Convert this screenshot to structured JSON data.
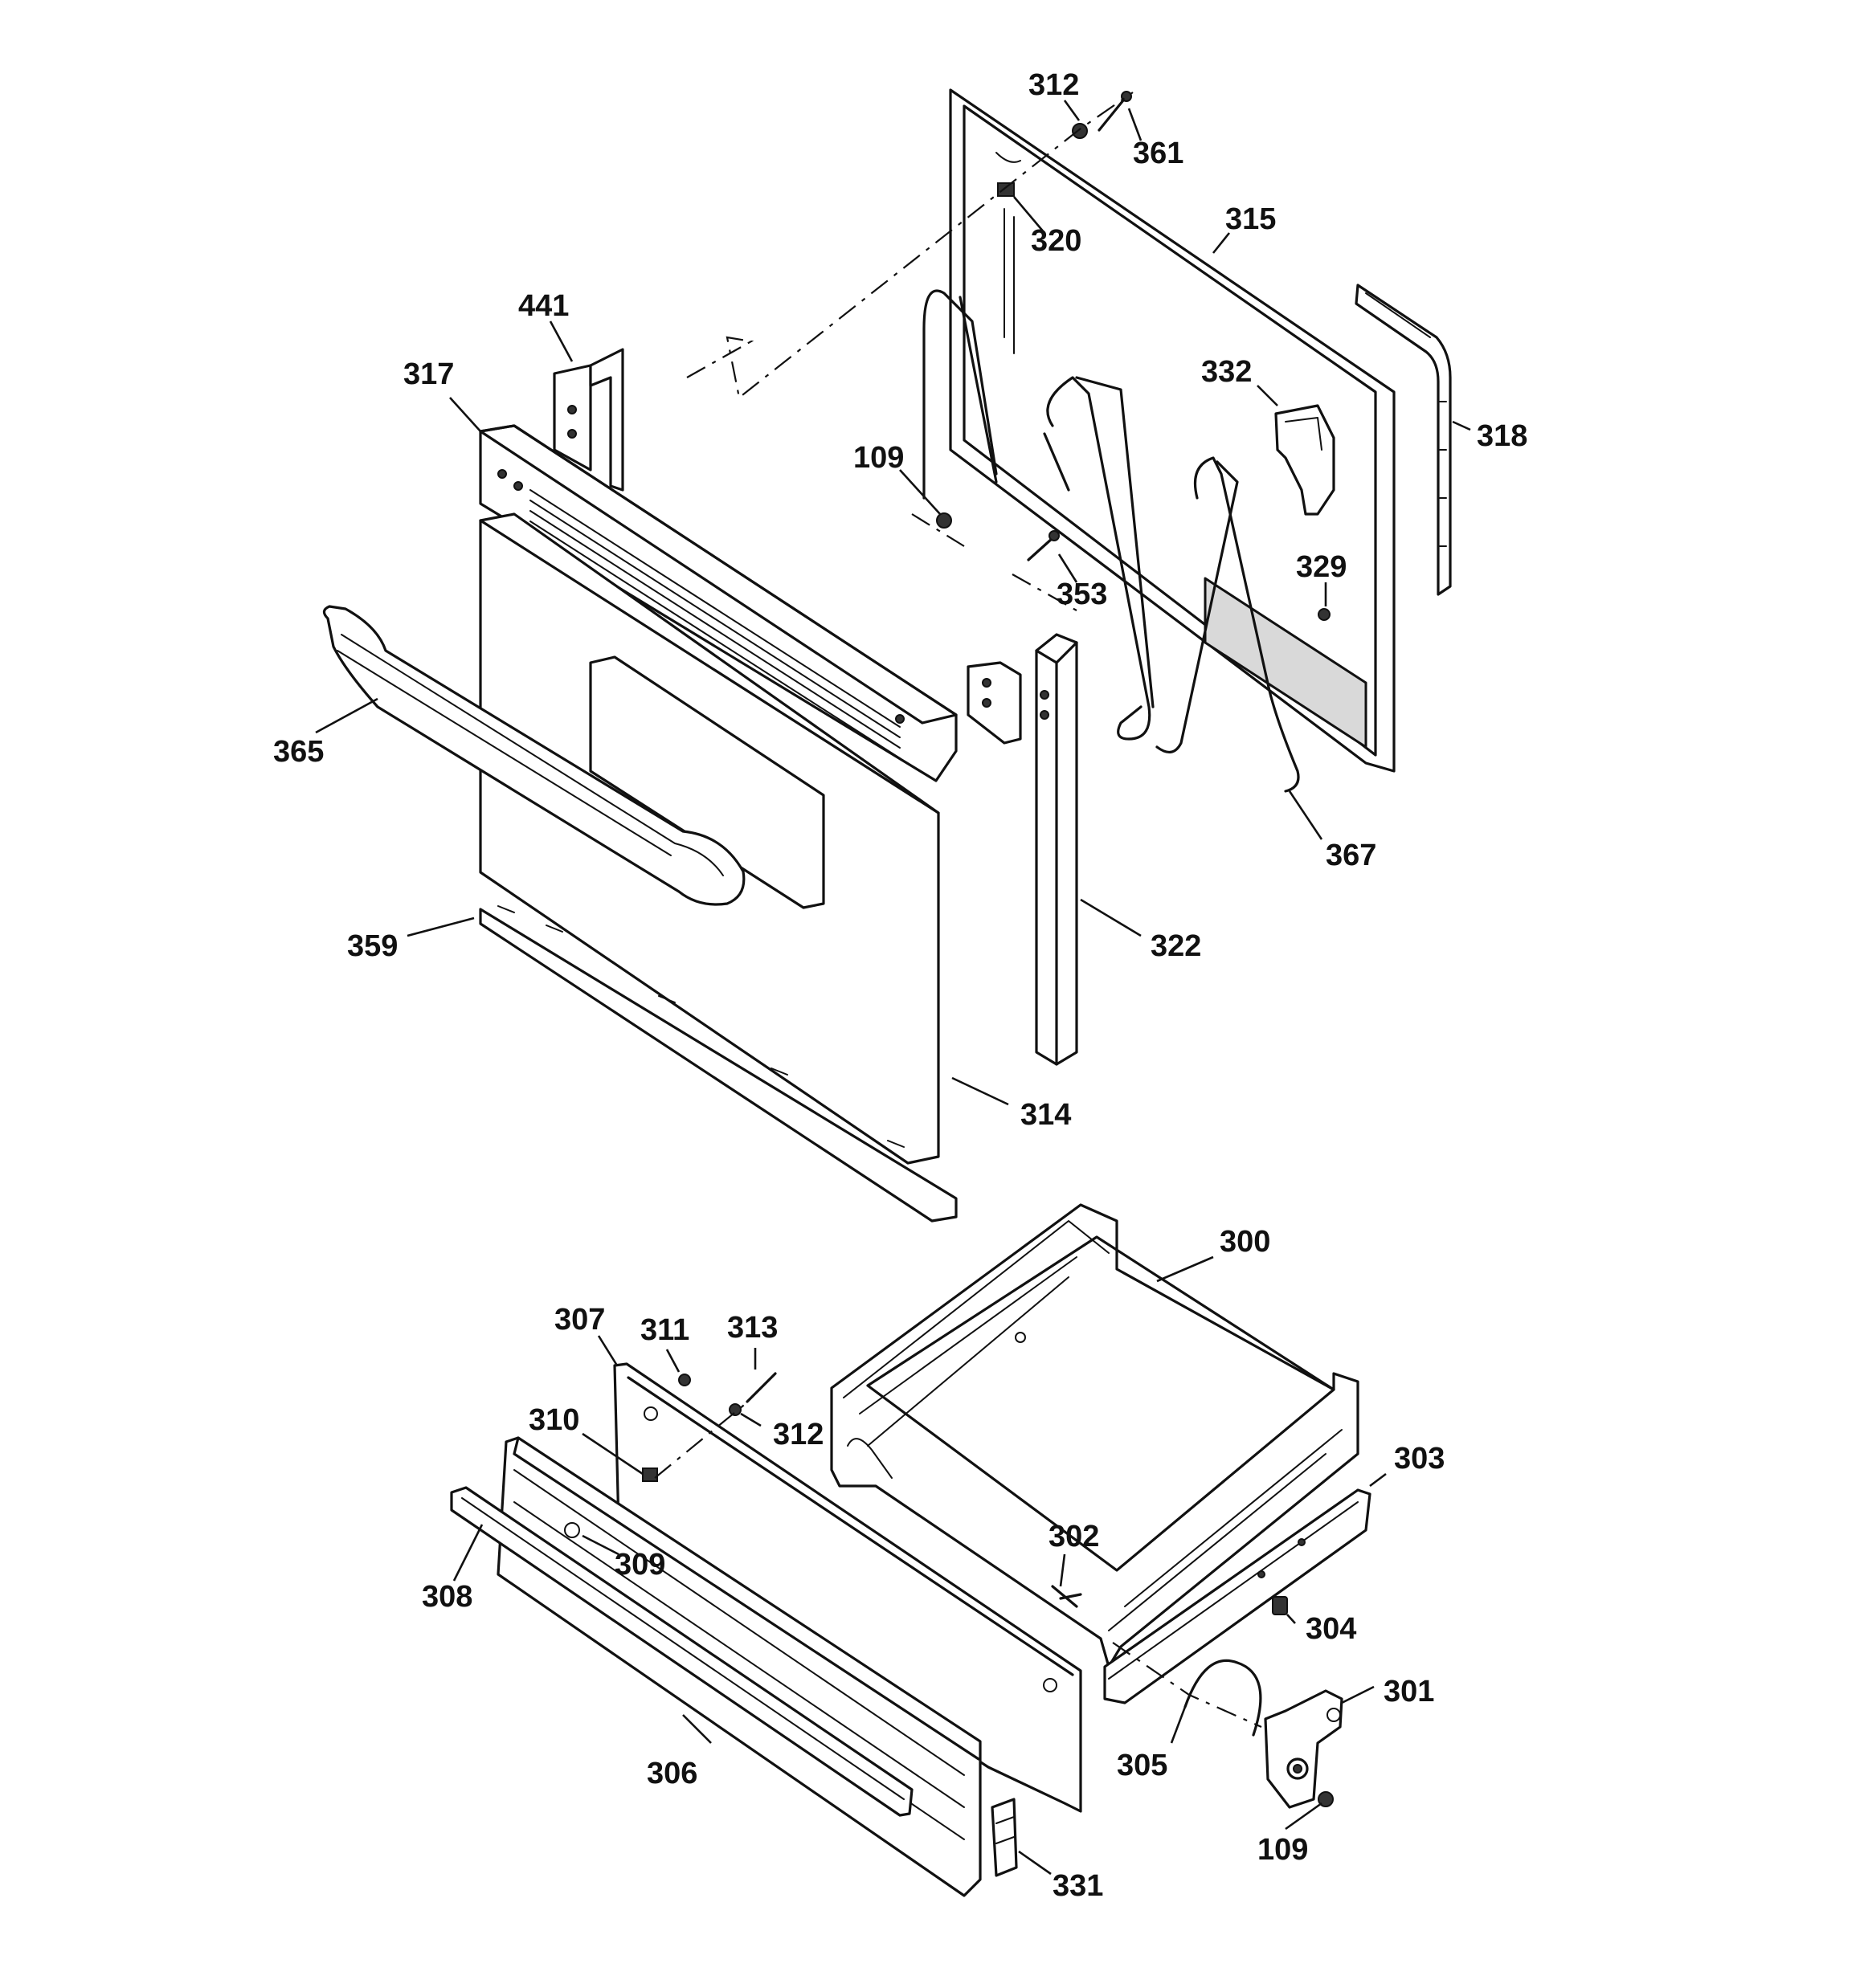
{
  "parts": {
    "p312_top": "312",
    "p361": "361",
    "p320": "320",
    "p315": "315",
    "p441": "441",
    "p317": "317",
    "p332": "332",
    "p318": "318",
    "p109_top": "109",
    "p353": "353",
    "p329": "329",
    "p365": "365",
    "p367": "367",
    "p359": "359",
    "p322": "322",
    "p314": "314",
    "p300": "300",
    "p307": "307",
    "p311": "311",
    "p313": "313",
    "p310": "310",
    "p312_bot": "312",
    "p303": "303",
    "p302": "302",
    "p309": "309",
    "p308": "308",
    "p304": "304",
    "p301": "301",
    "p305": "305",
    "p306": "306",
    "p109_bot": "109",
    "p331": "331"
  }
}
